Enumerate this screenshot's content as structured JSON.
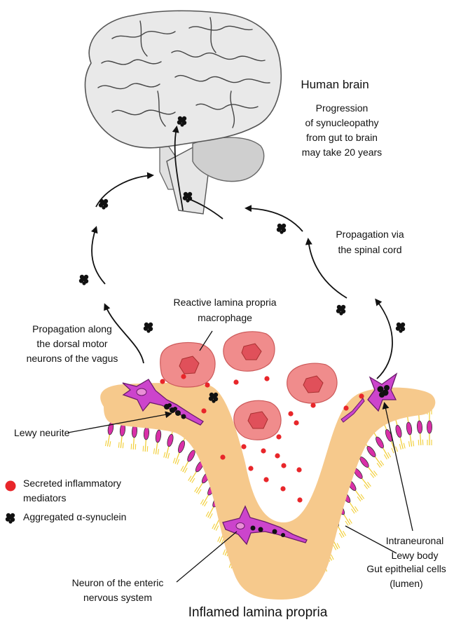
{
  "labels": {
    "human_brain": "Human brain",
    "progression": [
      "Progression",
      "of synucleopathy",
      "from gut to brain",
      "may take 20 years"
    ],
    "spinal": [
      "Propagation via",
      "the spinal cord"
    ],
    "macrophage": [
      "Reactive lamina propria",
      "macrophage"
    ],
    "vagus": [
      "Propagation along",
      "the dorsal motor",
      "neurons of the vagus"
    ],
    "lewy_neurite": "Lewy neurite",
    "legend_mediators": [
      "Secreted inflammatory",
      "mediators"
    ],
    "legend_synuclein": "Aggregated α-synuclein",
    "lewy_body": [
      "Intraneuronal",
      "Lewy body"
    ],
    "epithelial": [
      "Gut epithelial cells",
      "(lumen)"
    ],
    "enteric": [
      "Neuron of the enteric",
      "nervous system"
    ],
    "bottom": "Inflamed lamina propria"
  },
  "colors": {
    "brain": "#e9e9e9",
    "brain_stroke": "#555555",
    "brainstem": "#cfcfcf",
    "tissue": "#f6c98c",
    "neuron": "#cc44cc",
    "macrophage": "#f08c8c",
    "nucleus": "#e0505a",
    "mediator": "#e8262a",
    "aggregate": "#111111",
    "epithelial_nucleus": "#d92fa8"
  },
  "icons": [
    "brain",
    "synuclein-aggregate",
    "macrophage",
    "neuron",
    "epithelial-cell",
    "inflammatory-mediator"
  ]
}
